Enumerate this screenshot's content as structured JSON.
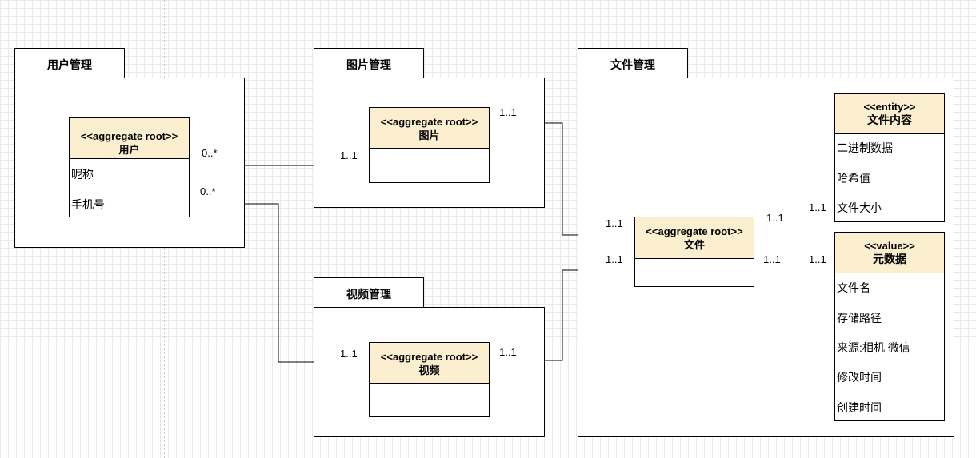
{
  "packages": {
    "user": "用户管理",
    "image": "图片管理",
    "video": "视频管理",
    "file": "文件管理"
  },
  "classes": {
    "user": {
      "stereotype": "<<aggregate root>>",
      "name": "用户",
      "attributes": [
        "昵称",
        "手机号"
      ]
    },
    "image": {
      "stereotype": "<<aggregate root>>",
      "name": "图片"
    },
    "video": {
      "stereotype": "<<aggregate root>>",
      "name": "视频"
    },
    "file": {
      "stereotype": "<<aggregate root>>",
      "name": "文件"
    },
    "file_content": {
      "stereotype": "<<entity>>",
      "name": "文件内容",
      "attributes": [
        "二进制数据",
        "哈希值",
        "文件大小"
      ]
    },
    "metadata": {
      "stereotype": "<<value>>",
      "name": "元数据",
      "attributes": [
        "文件名",
        "存储路径",
        "来源:相机 微信",
        "修改时间",
        "创建时间"
      ]
    }
  },
  "multiplicities": {
    "user_image_user": "0..*",
    "user_image_image": "1..1",
    "user_video_user": "0..*",
    "user_video_video": "1..1",
    "image_file_image": "1..1",
    "image_file_file": "1..1",
    "video_file_video": "1..1",
    "video_file_file": "1..1",
    "file_content_file": "1..1",
    "file_content_content": "1..1",
    "file_meta_file": "1..1",
    "file_meta_meta": "1..1"
  }
}
